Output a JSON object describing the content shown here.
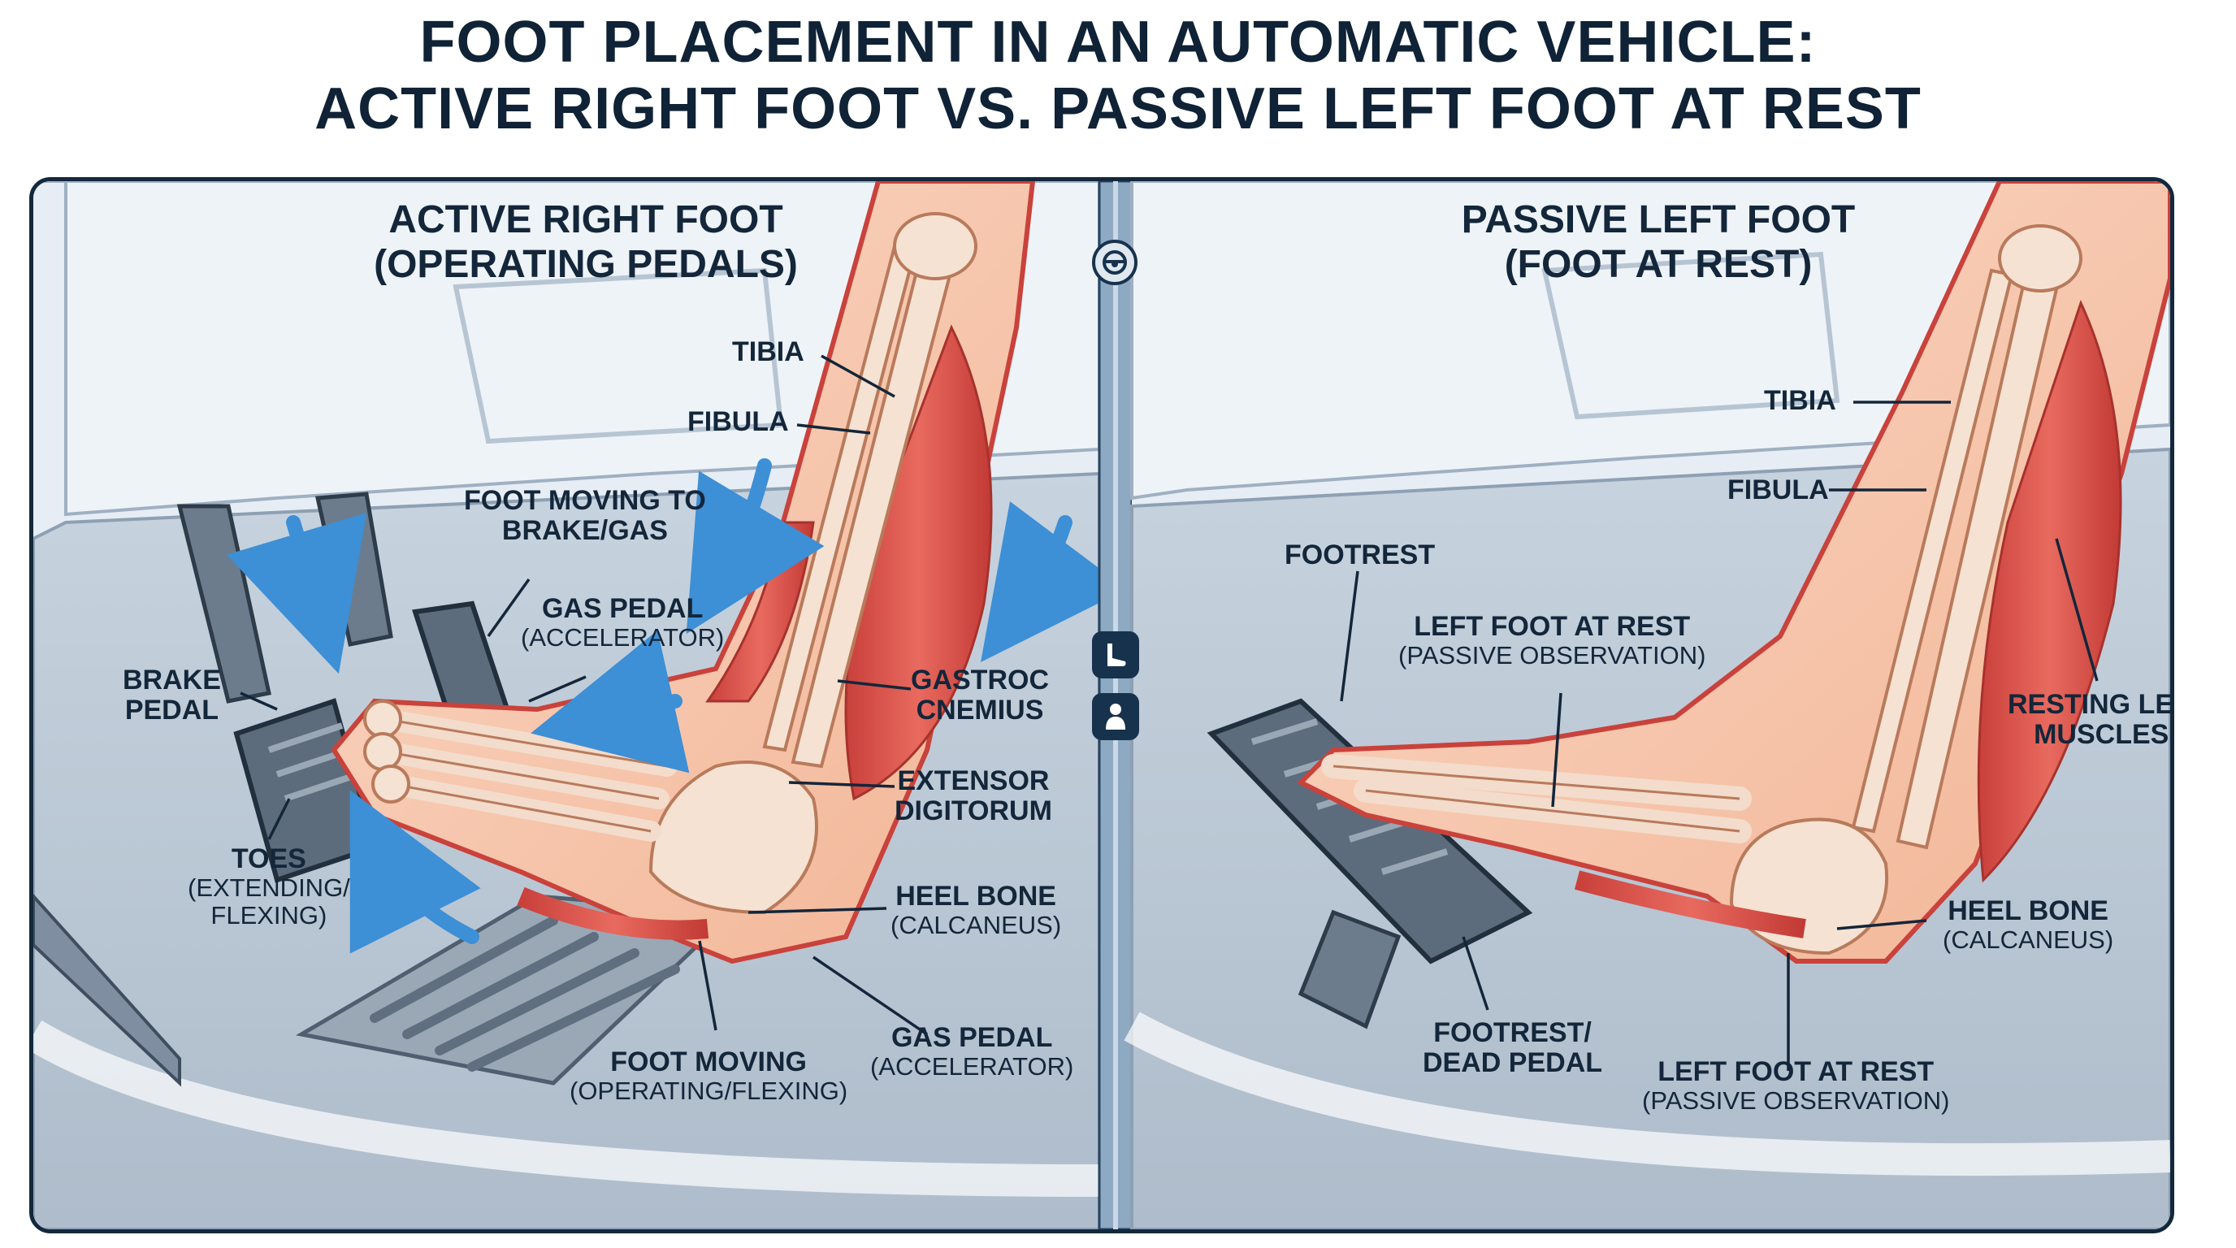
{
  "title": {
    "line1": "FOOT PLACEMENT IN AN AUTOMATIC VEHICLE:",
    "line2": "ACTIVE RIGHT FOOT VS. PASSIVE LEFT FOOT AT REST"
  },
  "left_panel": {
    "heading_line1": "ACTIVE RIGHT FOOT",
    "heading_line2": "(OPERATING PEDALS)",
    "labels": {
      "tibia": "TIBIA",
      "fibula": "FIBULA",
      "foot_moving_line1": "FOOT MOVING TO",
      "foot_moving_line2": "BRAKE/GAS",
      "gas_pedal_top": "GAS PEDAL",
      "gas_pedal_top_sub": "(ACCELERATOR)",
      "brake_line1": "BRAKE",
      "brake_line2": "PEDAL",
      "gastroc_line1": "GASTROC",
      "gastroc_line2": "CNEMIUS",
      "extensor_line1": "EXTENSOR",
      "extensor_line2": "DIGITORUM",
      "toes_line1": "TOES",
      "toes_line2": "(EXTENDING/",
      "toes_line3": "FLEXING)",
      "heel": "HEEL BONE",
      "heel_sub": "(CALCANEUS)",
      "gas_pedal_bottom": "GAS PEDAL",
      "gas_pedal_bottom_sub": "(ACCELERATOR)",
      "foot_moving_bottom": "FOOT MOVING",
      "foot_moving_bottom_sub": "(OPERATING/FLEXING)"
    }
  },
  "right_panel": {
    "heading_line1": "PASSIVE LEFT FOOT",
    "heading_line2": "(FOOT AT REST)",
    "labels": {
      "tibia": "TIBIA",
      "fibula": "FIBULA",
      "footrest": "FOOTREST",
      "left_foot_rest_line1": "LEFT FOOT AT REST",
      "left_foot_rest_line2": "(PASSIVE OBSERVATION)",
      "resting_line1": "RESTING LEG",
      "resting_line2": "MUSCLES",
      "heel": "HEEL BONE",
      "heel_sub": "(CALCANEUS)",
      "dead_pedal_line1": "FOOTREST/",
      "dead_pedal_line2": "DEAD PEDAL",
      "left_foot_bottom": "LEFT FOOT AT REST",
      "left_foot_bottom_sub": "(PASSIVE OBSERVATION)"
    }
  },
  "divider_icons": [
    "steering-wheel-icon",
    "foot-icon",
    "driver-icon"
  ],
  "colors": {
    "ink": "#13263a",
    "skin": "#f6c7ae",
    "muscle": "#d9534f",
    "bone": "#f3d6bf",
    "arrow": "#3d8fd6",
    "cabin": "#e6edf4"
  }
}
